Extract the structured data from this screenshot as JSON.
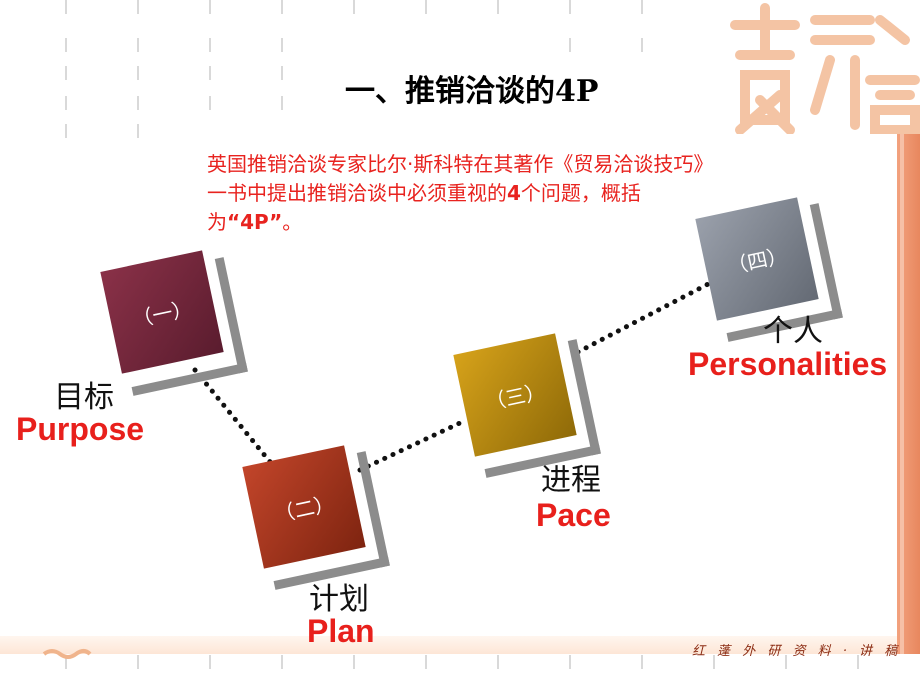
{
  "slide": {
    "title": "一、推销洽谈的4P",
    "intro_part1": "英国推销洽谈专家比尔·斯科特在其著作《贸易洽谈技巧》一书中提出推销洽谈中必须重视的",
    "intro_bold1": "4",
    "intro_part2": "个问题，概括为",
    "intro_bold2": "“4P”",
    "intro_part3": "。"
  },
  "nodes": [
    {
      "num": "（一）",
      "zh": "目标",
      "en": "Purpose",
      "color": "#6e2438"
    },
    {
      "num": "（二）",
      "zh": "计划",
      "en": "Plan",
      "color": "#a0321c"
    },
    {
      "num": "（三）",
      "zh": "进程",
      "en": "Pace",
      "color": "#b8860b"
    },
    {
      "num": "（四）",
      "zh": "个人",
      "en": "Personalities",
      "color": "#7b818c"
    }
  ],
  "colors": {
    "accent_red": "#e8201c",
    "side_bar": "#e8875e"
  },
  "footer": {
    "text": "红 蓬 外 研 资 料 · 讲 稿"
  }
}
